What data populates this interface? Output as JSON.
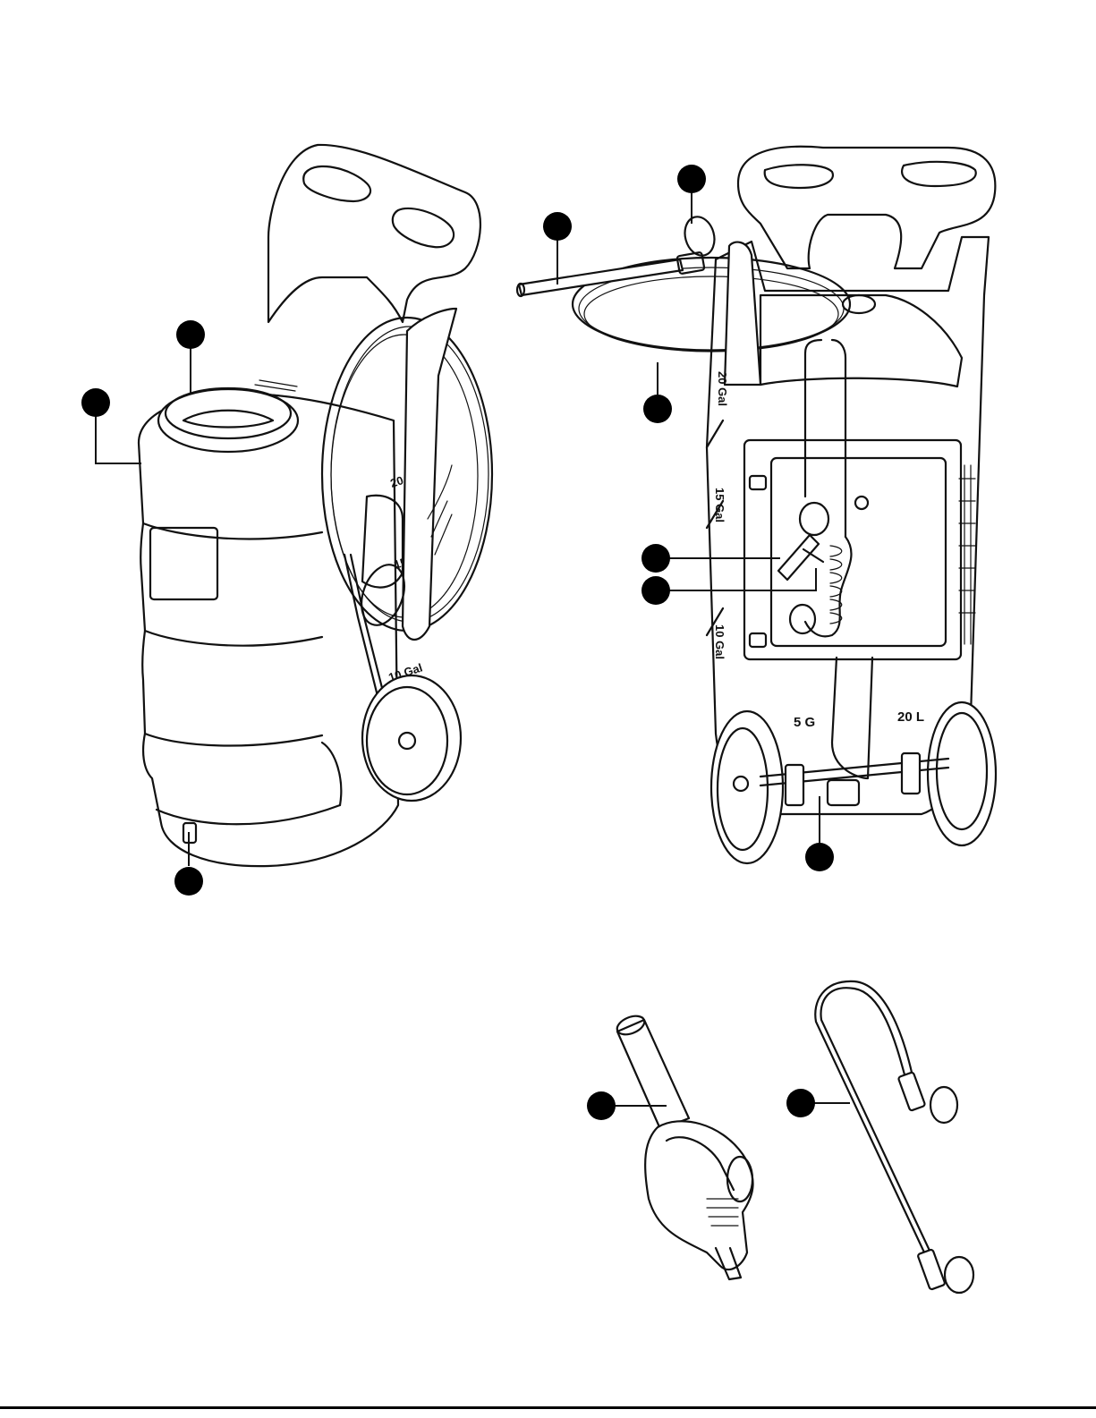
{
  "tank_labels": {
    "front_20": "20 Gal",
    "front_15": "15 Gal",
    "front_10": "10 Gal",
    "back_20": "20 Gal",
    "back_15": "15 Gal",
    "back_10": "10 Gal",
    "back_5g": "5 G",
    "back_20l": "20 L"
  },
  "callouts": [
    {
      "id": "c1"
    },
    {
      "id": "c2"
    },
    {
      "id": "c3"
    },
    {
      "id": "c4"
    },
    {
      "id": "c5"
    },
    {
      "id": "c6"
    },
    {
      "id": "c7"
    },
    {
      "id": "c8"
    },
    {
      "id": "c9"
    },
    {
      "id": "c10"
    },
    {
      "id": "c11"
    }
  ],
  "colors": {
    "ink": "#111111",
    "paper": "#ffffff"
  }
}
